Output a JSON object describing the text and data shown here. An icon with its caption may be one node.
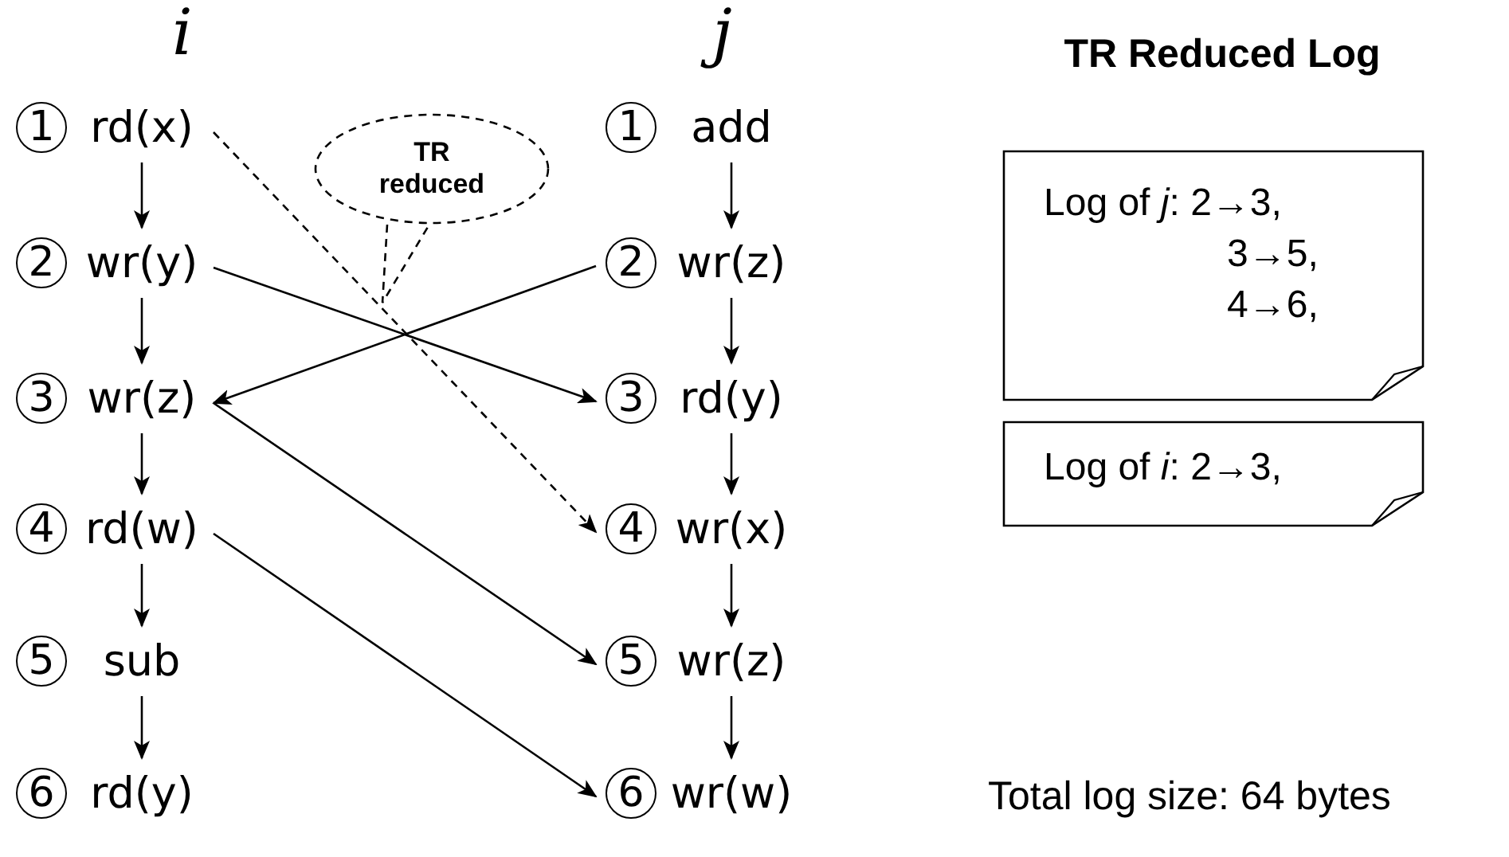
{
  "diagram": {
    "title": "TR Reduced Log",
    "nodes": [
      {
        "text": [
          "1",
          "rd(x)"
        ]
      },
      {
        "text": [
          "2",
          "wr(y)"
        ]
      },
      {
        "text": [
          "3",
          "wr(z)"
        ]
      },
      {
        "text": [
          "4",
          "rd(w)"
        ]
      },
      {
        "text": [
          "5",
          "sub"
        ]
      },
      {
        "text": [
          "6",
          "rd(y)"
        ]
      },
      {
        "text": [
          "1",
          "add"
        ]
      },
      {
        "text": [
          "2",
          "wr(z)"
        ]
      },
      {
        "text": [
          "3",
          "rd(y)"
        ]
      },
      {
        "text": [
          "4",
          "wr(x)"
        ]
      },
      {
        "text": [
          "5",
          "wr(z)"
        ]
      },
      {
        "text": [
          "6",
          "wr(w)"
        ]
      },
      {
        "text": [
          "TR reduced"
        ]
      },
      {
        "text": [
          "Log of *j*: 2→3, 3→5, 4→6,"
        ]
      },
      {
        "text": [
          "Log of *i*: 2→3,"
        ]
      }
    ],
    "edges": [
      {
        "from": 0,
        "to": 1,
        "arrow": "to"
      },
      {
        "from": 1,
        "to": 2,
        "arrow": "to"
      },
      {
        "from": 2,
        "to": 3,
        "arrow": "to"
      },
      {
        "from": 3,
        "to": 4,
        "arrow": "to"
      },
      {
        "from": 4,
        "to": 5,
        "arrow": "to"
      },
      {
        "from": 6,
        "to": 7,
        "arrow": "to"
      },
      {
        "from": 7,
        "to": 8,
        "arrow": "to"
      },
      {
        "from": 8,
        "to": 9,
        "arrow": "to"
      },
      {
        "from": 9,
        "to": 10,
        "arrow": "to"
      },
      {
        "from": 10,
        "to": 11,
        "arrow": "to"
      },
      {
        "from": 1,
        "to": 8,
        "arrow": "to"
      },
      {
        "from": 7,
        "to": 2,
        "arrow": "to"
      },
      {
        "from": 2,
        "to": 10,
        "arrow": "to"
      },
      {
        "from": 3,
        "to": 11,
        "arrow": "to"
      },
      {
        "from": 0,
        "to": 9,
        "arrow": "to",
        "style": "dashed"
      }
    ],
    "labels": [
      "i",
      "j",
      "Total log size: 64 bytes"
    ]
  }
}
